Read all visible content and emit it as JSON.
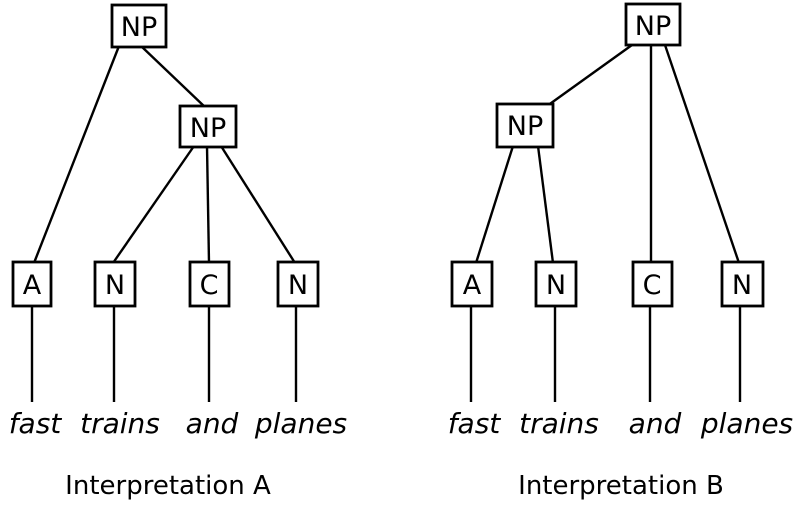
{
  "diagram": {
    "colors": {
      "background": "#ffffff",
      "line": "#000000",
      "text": "#000000",
      "node_fill": "#ffffff"
    },
    "trees": [
      {
        "caption": "Interpretation A",
        "nodes": {
          "root": "NP",
          "inner": "NP",
          "leaf1": "A",
          "leaf2": "N",
          "leaf3": "C",
          "leaf4": "N"
        },
        "words": [
          "fast",
          "trains",
          "and",
          "planes"
        ]
      },
      {
        "caption": "Interpretation B",
        "nodes": {
          "root": "NP",
          "inner": "NP",
          "leaf1": "A",
          "leaf2": "N",
          "leaf3": "C",
          "leaf4": "N"
        },
        "words": [
          "fast",
          "trains",
          "and",
          "planes"
        ]
      }
    ]
  }
}
